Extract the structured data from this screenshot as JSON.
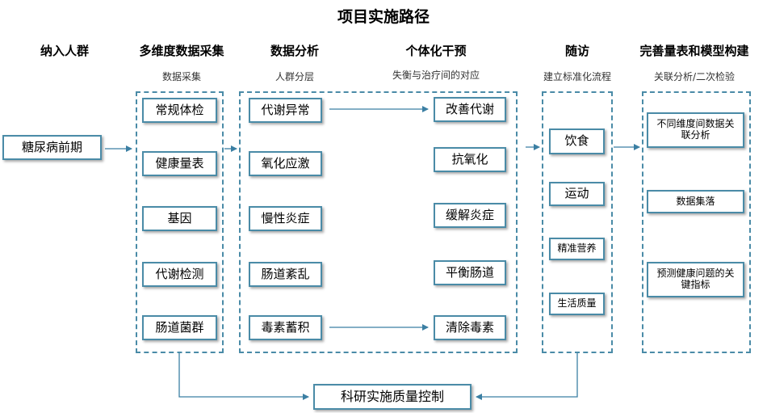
{
  "title": "项目实施路径",
  "colors": {
    "accent": "#4a8ba7",
    "arrow": "#3b7fa3"
  },
  "columns": {
    "enroll": {
      "heading": "纳入人群",
      "box": "糖尿病前期"
    },
    "collect": {
      "heading": "多维度数据采集",
      "sub": "数据采集",
      "items": [
        "常规体检",
        "健康量表",
        "基因",
        "代谢检测",
        "肠道菌群"
      ]
    },
    "analysis": {
      "heading": "数据分析",
      "sub": "人群分层",
      "items": [
        "代谢异常",
        "氧化应激",
        "慢性炎症",
        "肠道紊乱",
        "毒素蓄积"
      ]
    },
    "intervention": {
      "heading": "个体化干预",
      "sub": "失衡与治疗间的对应",
      "items": [
        "改善代谢",
        "抗氧化",
        "缓解炎症",
        "平衡肠道",
        "清除毒素"
      ]
    },
    "followup": {
      "heading": "随访",
      "sub": "建立标准化流程",
      "items": [
        "饮食",
        "运动",
        "精准营养",
        "生活质量"
      ]
    },
    "model": {
      "heading": "完善量表和模型构建",
      "sub": "关联分析/二次检验",
      "items": [
        "不同维度间数据关联分析",
        "数据集落",
        "预测健康问题的关键指标"
      ]
    }
  },
  "quality_control": "科研实施质量控制"
}
